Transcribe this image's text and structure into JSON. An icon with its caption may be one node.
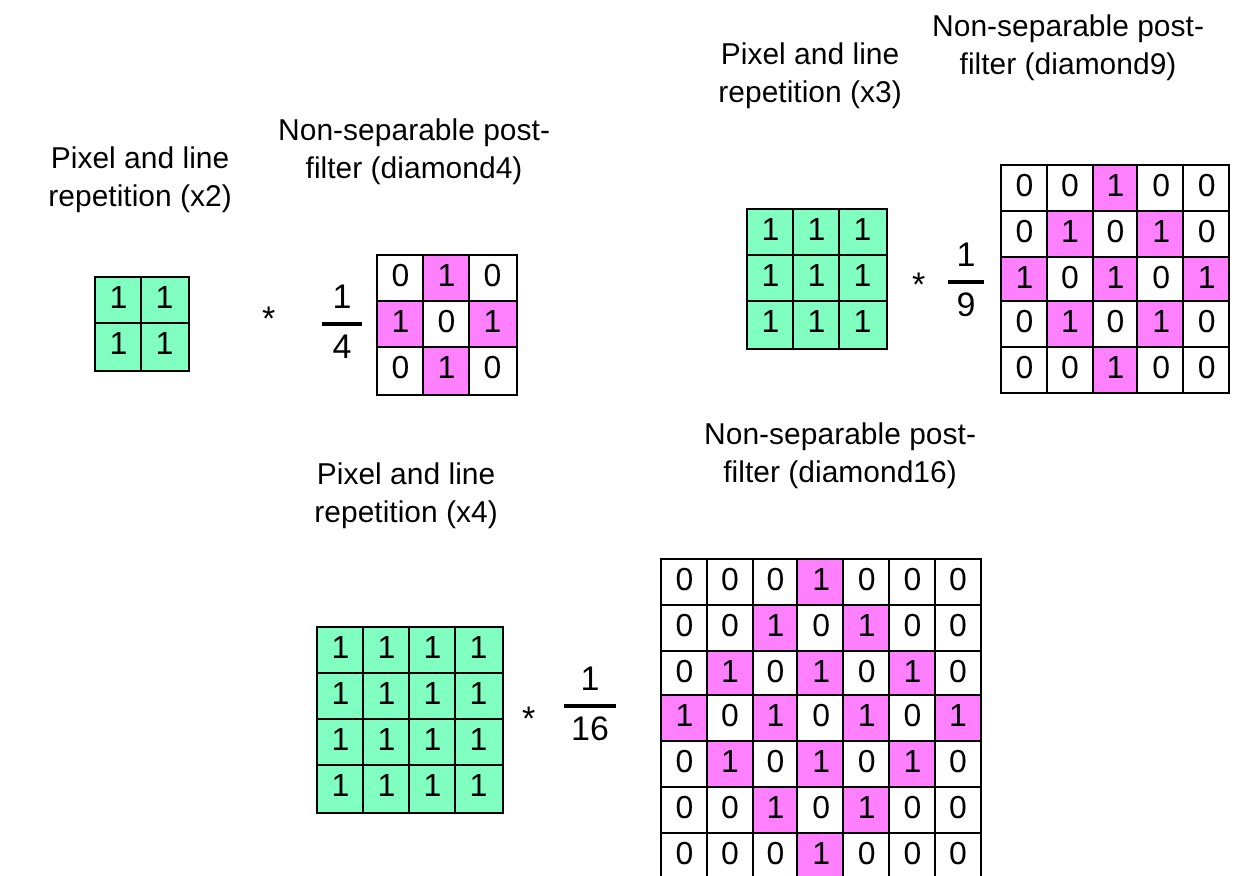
{
  "diagram": {
    "labels": [
      "Pixel and line repetition (x2)",
      "Non-separable post-filter (diamond4)",
      "1",
      "1",
      "1",
      "1",
      "*",
      "1",
      "4",
      "0",
      "1",
      "0",
      "1",
      "0",
      "1",
      "0",
      "1",
      "0",
      "Pixel and line repetition (x3)",
      "Non-separable post-filter (diamond9)",
      "1",
      "1",
      "1",
      "1",
      "1",
      "1",
      "1",
      "1",
      "1",
      "*",
      "1",
      "9",
      "0",
      "0",
      "1",
      "0",
      "0",
      "0",
      "1",
      "0",
      "1",
      "0",
      "1",
      "0",
      "1",
      "0",
      "1",
      "0",
      "1",
      "0",
      "1",
      "0",
      "0",
      "0",
      "1",
      "0",
      "0",
      "Pixel and line repetition (x4)",
      "Non-separable post-filter (diamond16)",
      "1",
      "1",
      "1",
      "1",
      "1",
      "1",
      "1",
      "1",
      "1",
      "1",
      "1",
      "1",
      "1",
      "1",
      "1",
      "1",
      "*",
      "1",
      "16",
      "0",
      "0",
      "0",
      "1",
      "0",
      "0",
      "0",
      "0",
      "0",
      "1",
      "0",
      "1",
      "0",
      "0",
      "0",
      "1",
      "0",
      "1",
      "0",
      "1",
      "0",
      "1",
      "0",
      "1",
      "0",
      "1",
      "0",
      "1",
      "0",
      "1",
      "0",
      "1",
      "0",
      "1",
      "0",
      "0",
      "0",
      "1",
      "0",
      "1",
      "0",
      "0",
      "0",
      "0",
      "0",
      "1",
      "0",
      "0",
      "0"
    ]
  }
}
